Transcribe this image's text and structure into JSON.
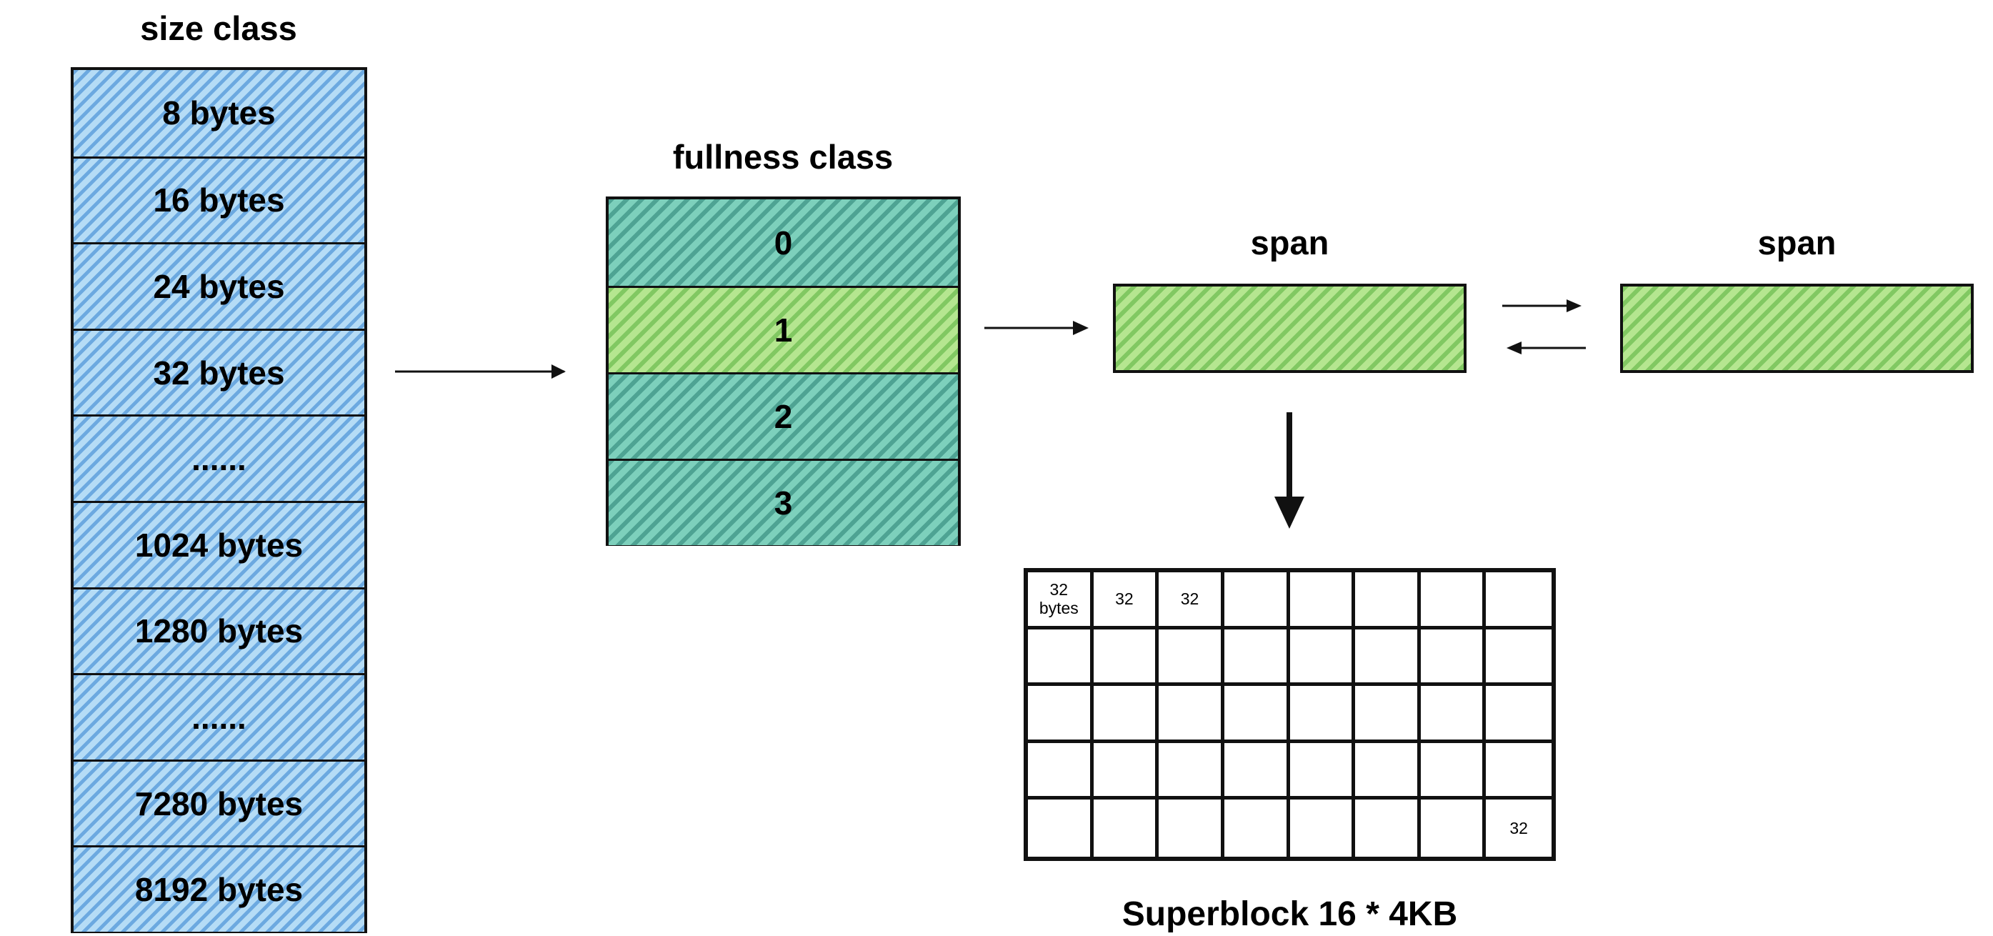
{
  "size_class": {
    "title": "size class",
    "items": [
      "8 bytes",
      "16 bytes",
      "24 bytes",
      "32 bytes",
      "......",
      "1024 bytes",
      "1280 bytes",
      "......",
      "7280 bytes",
      "8192 bytes"
    ]
  },
  "fullness_class": {
    "title": "fullness class",
    "items": [
      "0",
      "1",
      "2",
      "3"
    ],
    "highlighted_index": 1
  },
  "spans": [
    {
      "title": "span"
    },
    {
      "title": "span"
    }
  ],
  "superblock": {
    "caption": "Superblock 16 * 4KB",
    "columns": 8,
    "rows": 5,
    "cells": [
      [
        "32\nbytes",
        "32",
        "32",
        "",
        "",
        "",
        "",
        ""
      ],
      [
        "",
        "",
        "",
        "",
        "",
        "",
        "",
        ""
      ],
      [
        "",
        "",
        "",
        "",
        "",
        "",
        "",
        ""
      ],
      [
        "",
        "",
        "",
        "",
        "",
        "",
        "",
        ""
      ],
      [
        "",
        "",
        "",
        "",
        "",
        "",
        "",
        "32"
      ]
    ]
  },
  "colors": {
    "size_class_fill": "#b5dcf6",
    "fullness_fill": "#7dd0bc",
    "fullness_highlight_fill": "#b5e690",
    "span_fill": "#b5e690",
    "outline": "#111111"
  }
}
